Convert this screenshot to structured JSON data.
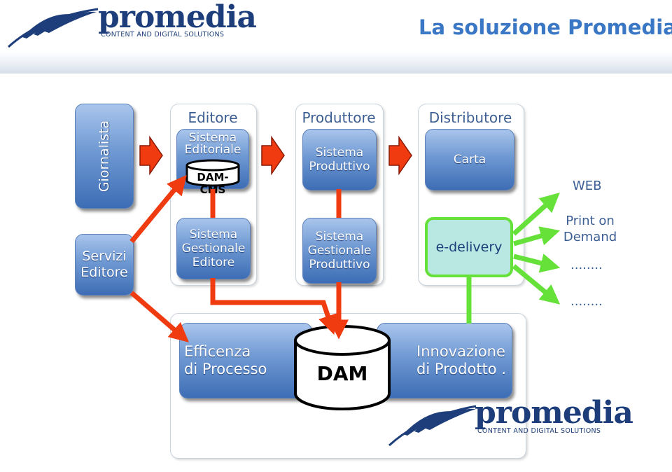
{
  "header": {
    "brand": "promedia",
    "tagline": "CONTENT AND DIGITAL SOLUTIONS",
    "title": "La soluzione Promedia"
  },
  "left": {
    "giornalista": "Giornalista",
    "servizi": "Servizi\nEditore"
  },
  "columns": {
    "editore": {
      "head": "Editore",
      "top": "Sistema\nEditoriale",
      "cylinder": "DAM-CMS",
      "bottom": "Sistema\nGestionale\nEditore"
    },
    "produttore": {
      "head": "Produttore",
      "top": "Sistema\nProduttivo",
      "bottom": "Sistema\nGestionale\nProduttivo"
    },
    "distributore": {
      "head": "Distributore",
      "top": "Carta",
      "bottom": "e-delivery"
    }
  },
  "outputs": {
    "web": "WEB",
    "pod": "Print on\nDemand",
    "dots1": "........",
    "dots2": "........"
  },
  "bottom": {
    "efficenza": "Efficenza\n   di Processo",
    "dam": "DAM",
    "innovazione": "Innovazione\ndi Prodotto ."
  },
  "colors": {
    "title": "#3a77c4",
    "brand": "#1d3e7a",
    "red_arrow": "#f03a10",
    "green": "#66e13a",
    "box_blue": "#6f99d3"
  }
}
